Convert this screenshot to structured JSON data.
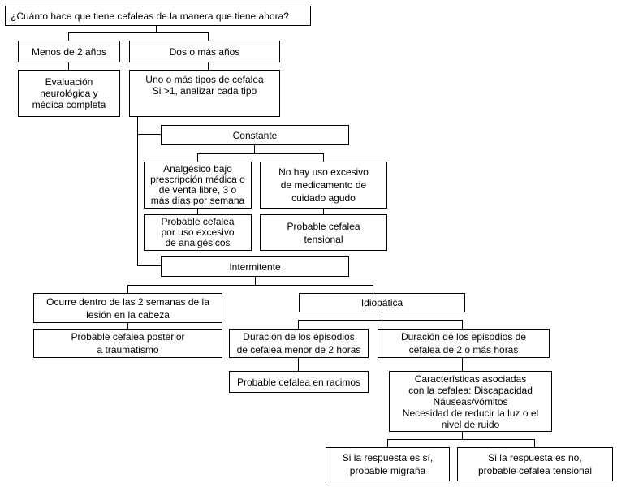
{
  "question": "¿Cuánto hace que tiene cefaleas de la manera que tiene ahora?",
  "less_than_2": "Menos de 2 años",
  "evaluation": "Evaluación\nneurológica y\nmédica completa",
  "two_or_more": "Dos o más años",
  "types": "Uno o más tipos de cefalea\nSi >1, analizar cada tipo",
  "constant": "Constante",
  "analgesic_use": "Analgésico bajo\nprescripción médica o\nde venta libre, 3 o\nmás días por semana",
  "no_excess": "No hay uso excesivo\nde medicamento de\ncuidado agudo",
  "analgesic_overuse": "Probable cefalea\npor uso excesivo\nde analgésicos",
  "tension_1": "Probable cefalea\ntensional",
  "intermittent": "Intermitente",
  "head_injury": "Ocurre dentro de las 2 semanas de la\nlesión en la cabeza",
  "post_trauma": "Probable cefalea posterior\na traumatismo",
  "idiopathic": "Idiopática",
  "under_2h": "Duración de los episodios\nde cefalea menor de 2 horas",
  "over_2h": "Duración de los episodios de\ncefalea de 2 o más horas",
  "cluster": "Probable cefalea en racimos",
  "associated": "Características asociadas\ncon la cefalea: Discapacidad\nNáuseas/vómitos\nNecesidad de reducir la luz o el\nnivel de ruido",
  "yes_migraine": "Si la respuesta es sí,\nprobable migraña",
  "no_tension": "Si la respuesta es no,\nprobable cefalea tensional"
}
